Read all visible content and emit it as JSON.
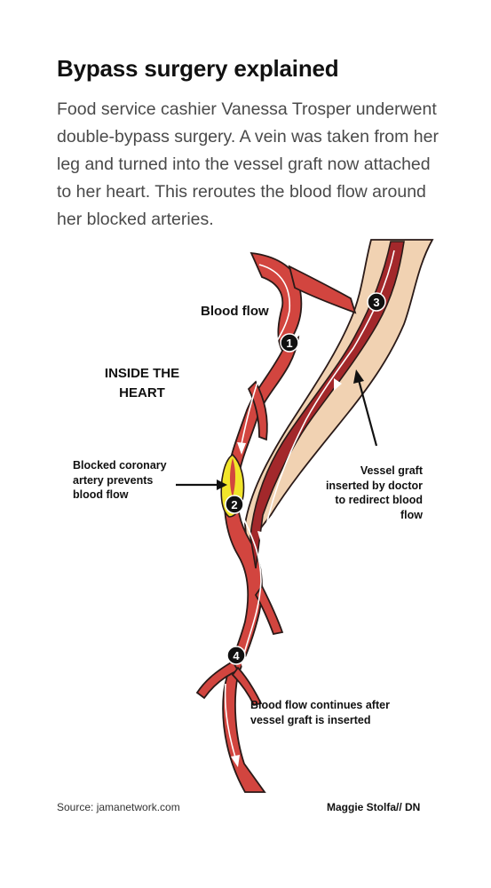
{
  "title": "Bypass surgery explained",
  "intro": "Food service cashier Vanessa Trosper underwent double-bypass surgery. A vein was taken from her leg and turned into the vessel graft now attached to her heart. This reroutes the blood flow around her blocked arteries.",
  "labels": {
    "inside_heart": "INSIDE THE HEART",
    "blood_flow": "Blood flow",
    "blocked_artery": "Blocked coronary artery prevents blood flow",
    "vessel_graft": "Vessel graft inserted by doctor to redirect blood flow",
    "flow_continues": "Blood flow continues after vessel graft is inserted"
  },
  "markers": [
    "1",
    "2",
    "3",
    "4"
  ],
  "source": "Source: jamanetwork.com",
  "credit": "Maggie Stolfa// DN",
  "colors": {
    "artery": "#d2453f",
    "artery_outline": "#2a1a18",
    "graft_sheath": "#f1d2b2",
    "graft_vessel": "#a3282b",
    "blockage": "#f2e52a",
    "marker": "#111111"
  }
}
